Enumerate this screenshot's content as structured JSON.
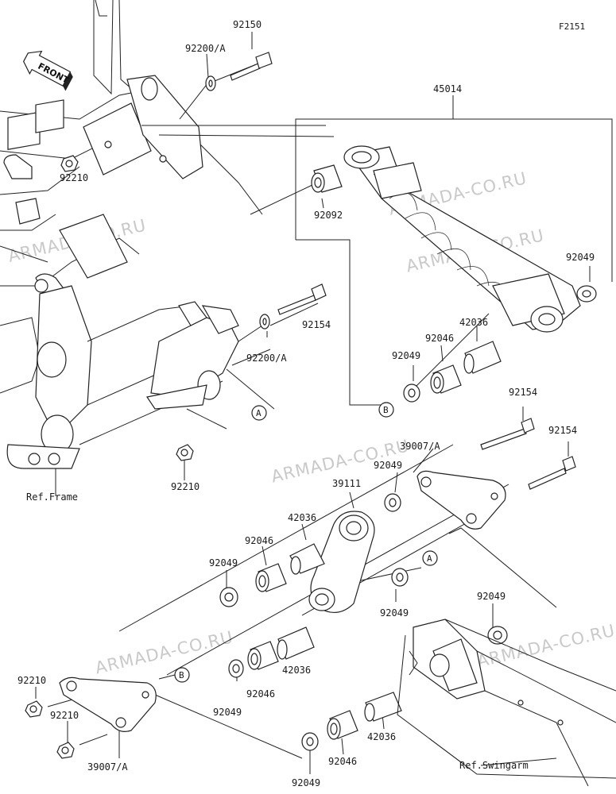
{
  "diagram_code": "F2151",
  "front_label": "FRONT",
  "watermark": "ARMADA-CO.RU",
  "references": {
    "frame": "Ref.Frame",
    "swingarm": "Ref.Swingarm"
  },
  "callouts": {
    "a": "A",
    "b": "B"
  },
  "parts": {
    "bolt_top": "92150",
    "washer_top": "92200/A",
    "nut_top": "92210",
    "shock_assembly": "45014",
    "bushing_shock_top": "92092",
    "seal_shock_right": "92049",
    "bolt_mid": "92154",
    "washer_mid": "92200/A",
    "collar_shock": "42036",
    "bearing_shock": "92046",
    "seal_shock_left": "92049",
    "nut_frame": "92210",
    "bolt_rod_1": "92154",
    "bolt_rod_2": "92154",
    "rod_upper": "39007/A",
    "seal_rod_upper": "92049",
    "rocker_arm": "39111",
    "collar_rocker_top": "42036",
    "bearing_rocker_top": "92046",
    "seal_rocker_left": "92049",
    "seal_rocker_right": "92049",
    "seal_swingarm": "92049",
    "collar_rocker_bottom": "42036",
    "bearing_rocker_bottom": "92046",
    "seal_rocker_bottom": "92049",
    "nut_rod_1": "92210",
    "nut_rod_2": "92210",
    "rod_lower": "39007/A",
    "collar_swingarm": "42036",
    "bearing_swingarm": "92046",
    "seal_swingarm_bottom": "92049"
  }
}
